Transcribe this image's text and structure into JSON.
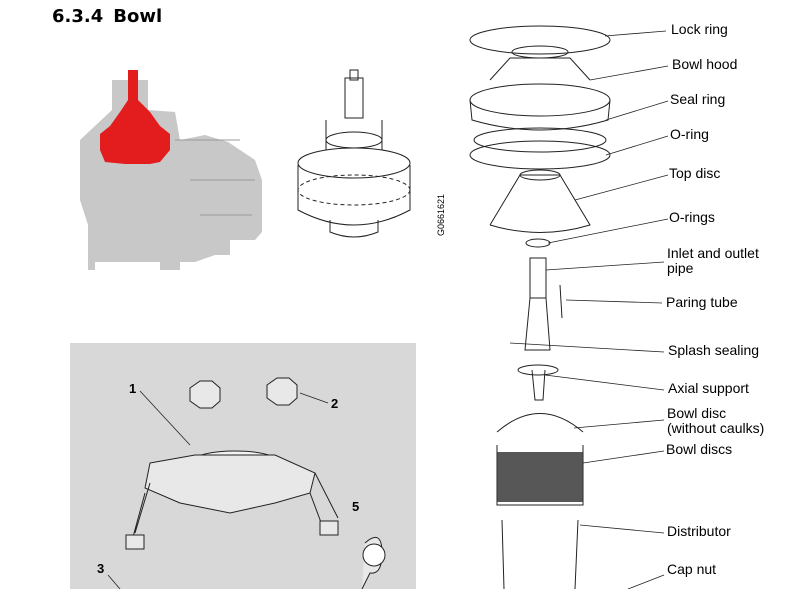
{
  "heading": {
    "number": "6.3.4",
    "title": "Bowl"
  },
  "figure_code": "G0661621",
  "parts": [
    "Lock ring",
    "Bowl hood",
    "Seal ring",
    "O-ring",
    "Top disc",
    "O-rings",
    "Inlet and outlet",
    "pipe",
    "Paring tube",
    "Splash sealing",
    "Axial support",
    "Bowl disc",
    "(without caulks)",
    "Bowl discs",
    "Distributor",
    "Cap nut"
  ],
  "tool_callouts": [
    "1",
    "2",
    "3",
    "5"
  ],
  "colors": {
    "highlight": "#e31d1d",
    "machine": "#c8c8c8",
    "panel": "#d8d8d8"
  }
}
